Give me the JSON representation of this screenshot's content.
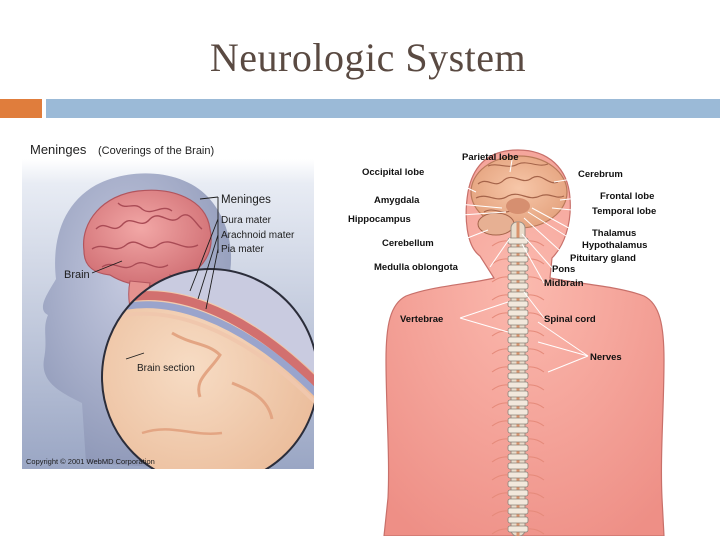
{
  "slide": {
    "title": "Neurologic System"
  },
  "colors": {
    "title": "#5a4a42",
    "accent_orange": "#e07d3c",
    "accent_blue": "#9bbad7",
    "skin_pink": "#f6a49b",
    "brain_pink": "#e7898a",
    "spine_bone": "#e9dccb"
  },
  "meninges_figure": {
    "heading": "Meninges",
    "subheading": "(Coverings of the Brain)",
    "labels": {
      "meninges": "Meninges",
      "dura": "Dura mater",
      "arachnoid": "Arachnoid mater",
      "pia": "Pia mater",
      "brain": "Brain",
      "section": "Brain section"
    },
    "copyright": "Copyright © 2001 WebMD Corporation"
  },
  "nervous_figure": {
    "labels": {
      "parietal": "Parietal lobe",
      "occipital": "Occipital lobe",
      "cerebrum": "Cerebrum",
      "amygdala": "Amygdala",
      "frontal": "Frontal lobe",
      "hippocampus": "Hippocampus",
      "temporal": "Temporal lobe",
      "thalamus": "Thalamus",
      "cerebellum": "Cerebellum",
      "hypothalamus": "Hypothalamus",
      "pituitary": "Pituitary gland",
      "medulla": "Medulla oblongota",
      "pons": "Pons",
      "midbrain": "Midbrain",
      "vertebrae": "Vertebrae",
      "spinal_cord": "Spinal cord",
      "nerves": "Nerves"
    }
  }
}
